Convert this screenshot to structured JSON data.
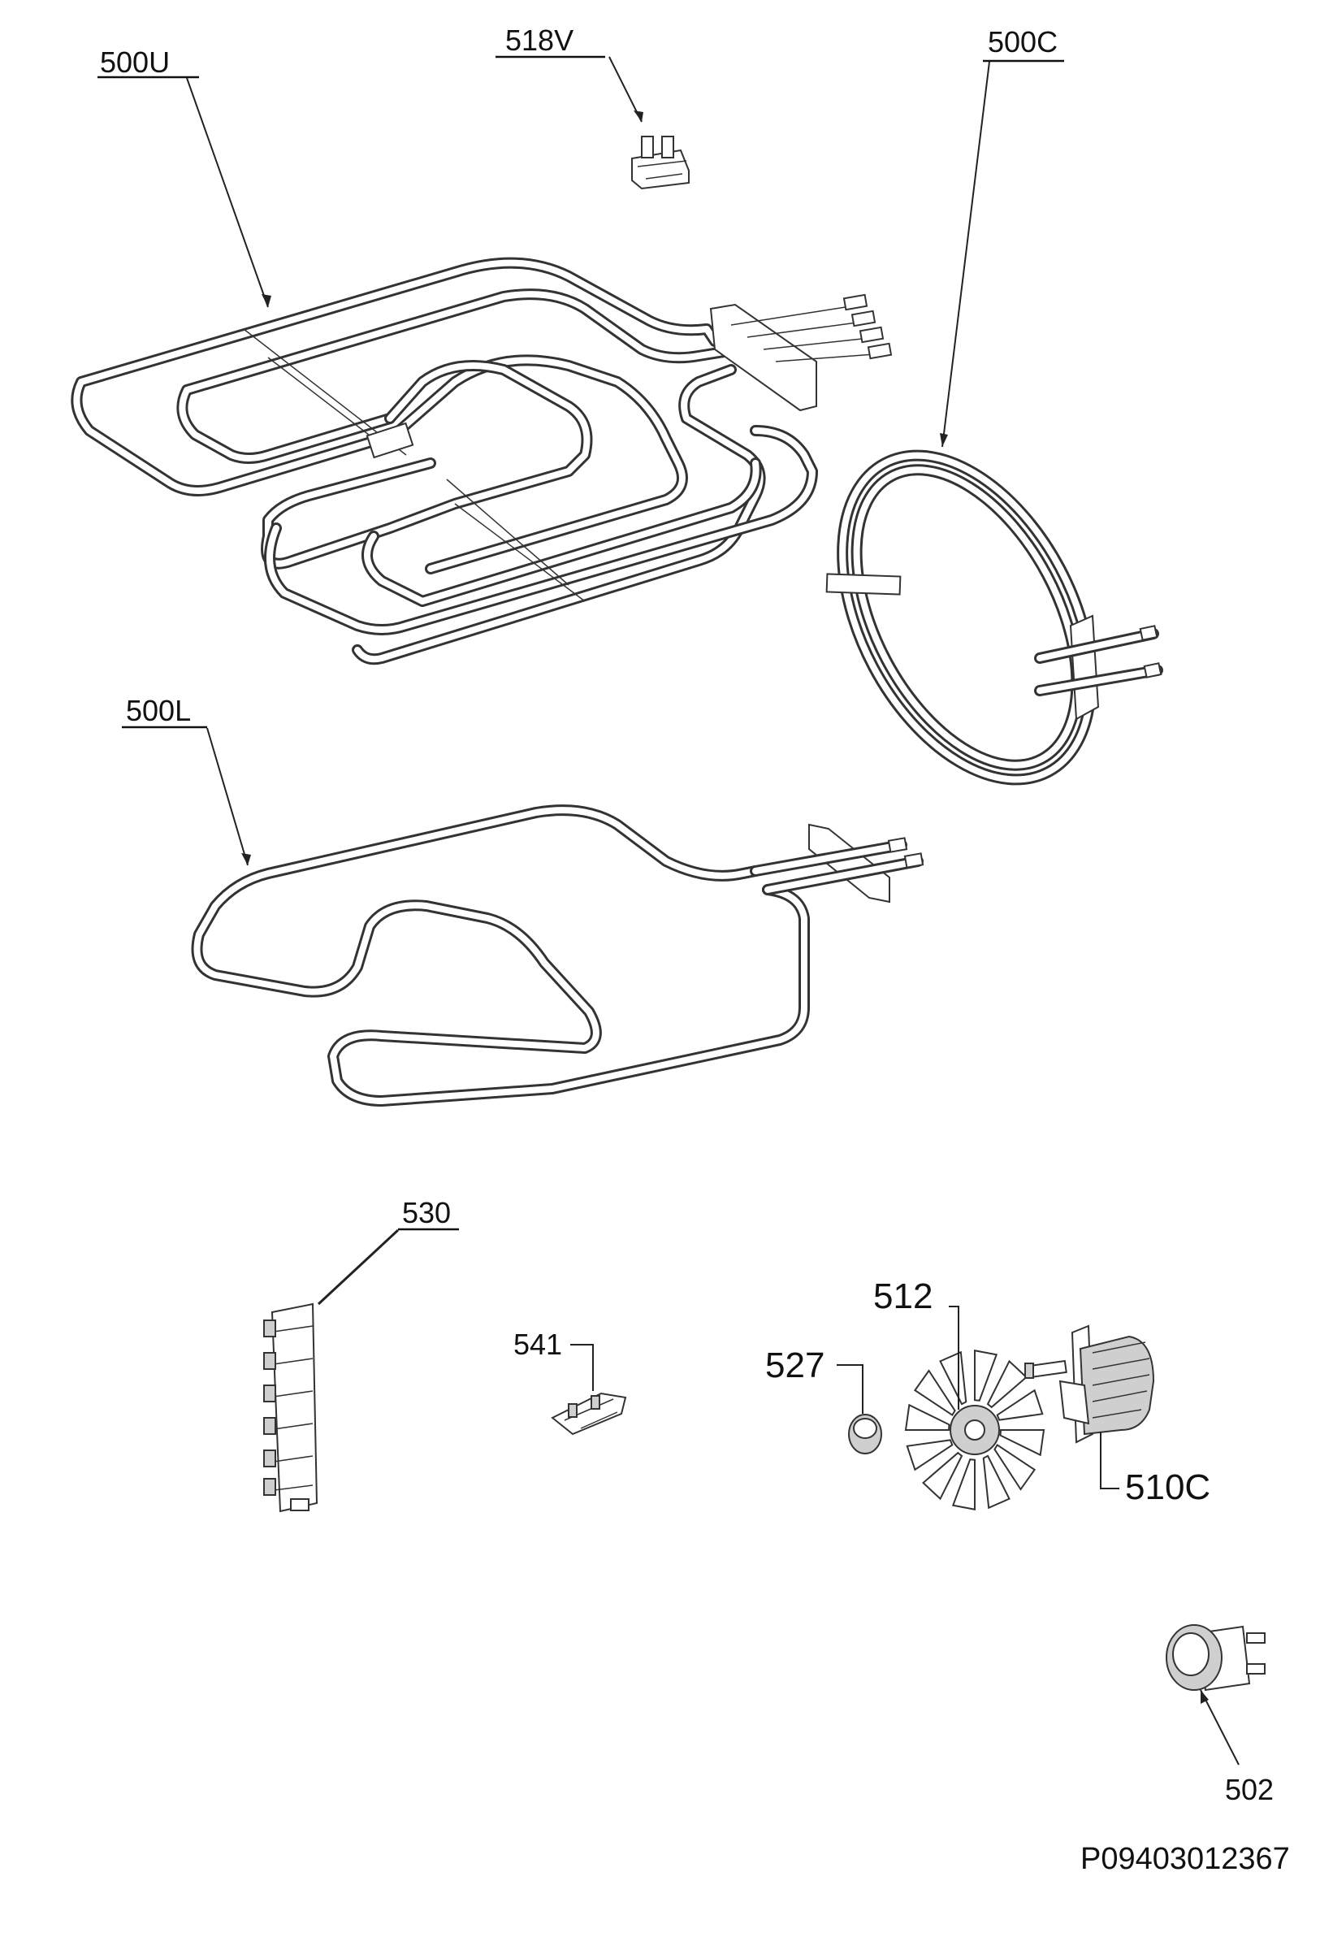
{
  "labels": {
    "p500U": "500U",
    "p518V": "518V",
    "p500C": "500C",
    "p500L": "500L",
    "p530": "530",
    "p541": "541",
    "p512": "512",
    "p527": "527",
    "p510C": "510C",
    "p502": "502"
  },
  "document_id": "P09403012367"
}
